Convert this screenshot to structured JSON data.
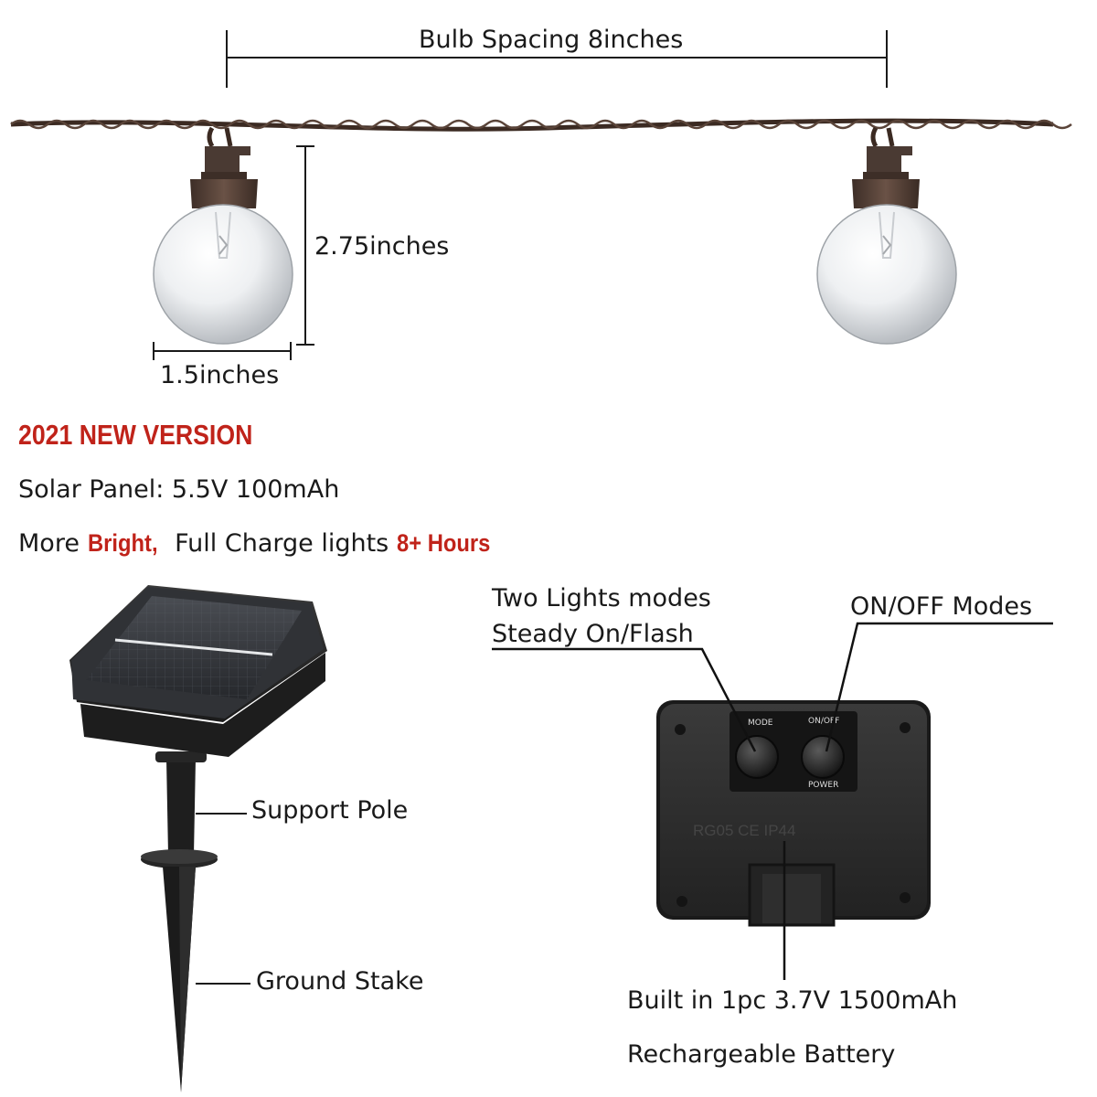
{
  "dimensions": {
    "bulb_spacing": "Bulb Spacing 8inches",
    "height": "2.75inches",
    "width": "1.5inches"
  },
  "specs": {
    "headline": "2021 NEW VERSION",
    "solar_panel": "Solar Panel: 5.5V 100mAh",
    "brightness": {
      "prefix": "More ",
      "highlight_1": "Bright,",
      "middle": " Full Charge lights ",
      "highlight_2": "8+ Hours"
    }
  },
  "solar_panel_callouts": {
    "support_pole": "Support Pole",
    "ground_stake": "Ground Stake"
  },
  "battery_box_callouts": {
    "modes_line1": "Two Lights modes",
    "modes_line2": "Steady On/Flash",
    "on_off": "ON/OFF Modes",
    "battery_line1": "Built in 1pc 3.7V 1500mAh",
    "battery_line2": "Rechargeable Battery"
  },
  "battery_box_markings": {
    "mode": "MODE",
    "on_off": "ON/OFF",
    "power": "POWER",
    "rating": "RG05 CE IP44"
  },
  "colors": {
    "accent_red": "#c0231a",
    "wire_brown": "#3b2a22",
    "plastic_dark": "#2a2a2a"
  }
}
